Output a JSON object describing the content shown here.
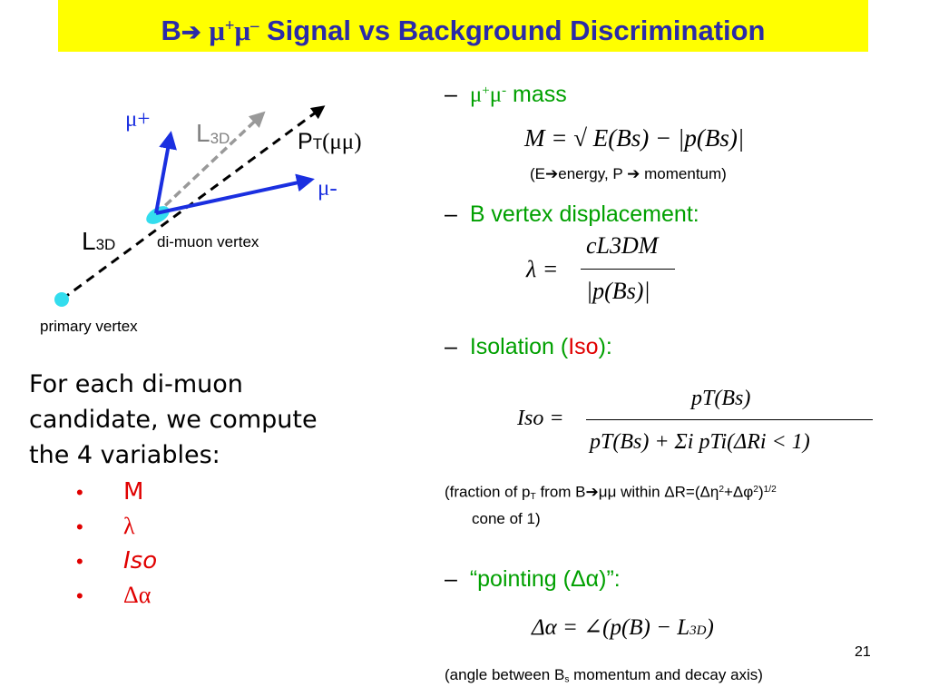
{
  "title": {
    "prefix": "B",
    "arrow": "➔",
    "mu": "μ",
    "plus": "+",
    "minus": "–",
    "rest": " Signal vs Background Discrimination"
  },
  "diagram": {
    "mu_plus": "μ+",
    "l3d_upper": "L",
    "l3d_upper_sub": "3D",
    "pt_label": "P",
    "pt_sub": "T",
    "pt_paren": "(μμ)",
    "mu_minus": "μ-",
    "l3d_lower": "L",
    "l3d_lower_sub": "3D",
    "dimuon_vertex": "di-muon vertex",
    "primary_vertex": "primary vertex"
  },
  "intro": {
    "line1": "For each di-muon",
    "line2": "candidate, we compute",
    "line3": "the 4 variables:"
  },
  "bullets": {
    "dot": "•",
    "items": [
      "M",
      "λ",
      "Iso",
      "Δα"
    ]
  },
  "mass": {
    "dash": "–",
    "mu": "μ",
    "plus": "+",
    "minus": "-",
    "label": " mass",
    "formula": "M = √ E(Bs) − |p(Bs)|",
    "note": "(E➔energy,  P ➔ momentum)"
  },
  "vertex": {
    "dash": "–",
    "label": "B vertex displacement:",
    "numerator": "cL3DM",
    "denominator": "|p(Bs)|",
    "lhs": "λ ="
  },
  "iso": {
    "dash": "–",
    "label_a": "Isolation (",
    "label_b": "Iso",
    "label_c": "):",
    "lhs": "Iso =",
    "numerator": "pT(Bs)",
    "denominator": "pT(Bs) + Σi pTi(ΔRi < 1)",
    "note1_a": "(fraction of p",
    "note1_sub": "T",
    "note1_b": " from B",
    "note1_arrow": "➔",
    "note1_c": "μμ within ΔR=(Δη",
    "note1_sup2a": "2",
    "note1_d": "+Δφ",
    "note1_sup2b": "2",
    "note1_e": ")",
    "note1_sup3": "1/2",
    "note2": "cone of 1)"
  },
  "pointing": {
    "dash": "–",
    "label": "“pointing (Δα)”:",
    "formula_lhs": "Δα = ∠(",
    "formula_p": "p",
    "formula_mid": "(B) − ",
    "formula_l": "L",
    "formula_sub": "3D",
    "formula_end": ")"
  },
  "page_number": "21",
  "footnote": {
    "a": "(angle between B",
    "sub": "s",
    "b": " momentum and decay axis)"
  },
  "colors": {
    "title_bg": "#ffff00",
    "title_text": "#2b2ba8",
    "green": "#00a000",
    "red": "#e00000",
    "blue": "#1a2fe0",
    "vertex": "#33ddee"
  }
}
